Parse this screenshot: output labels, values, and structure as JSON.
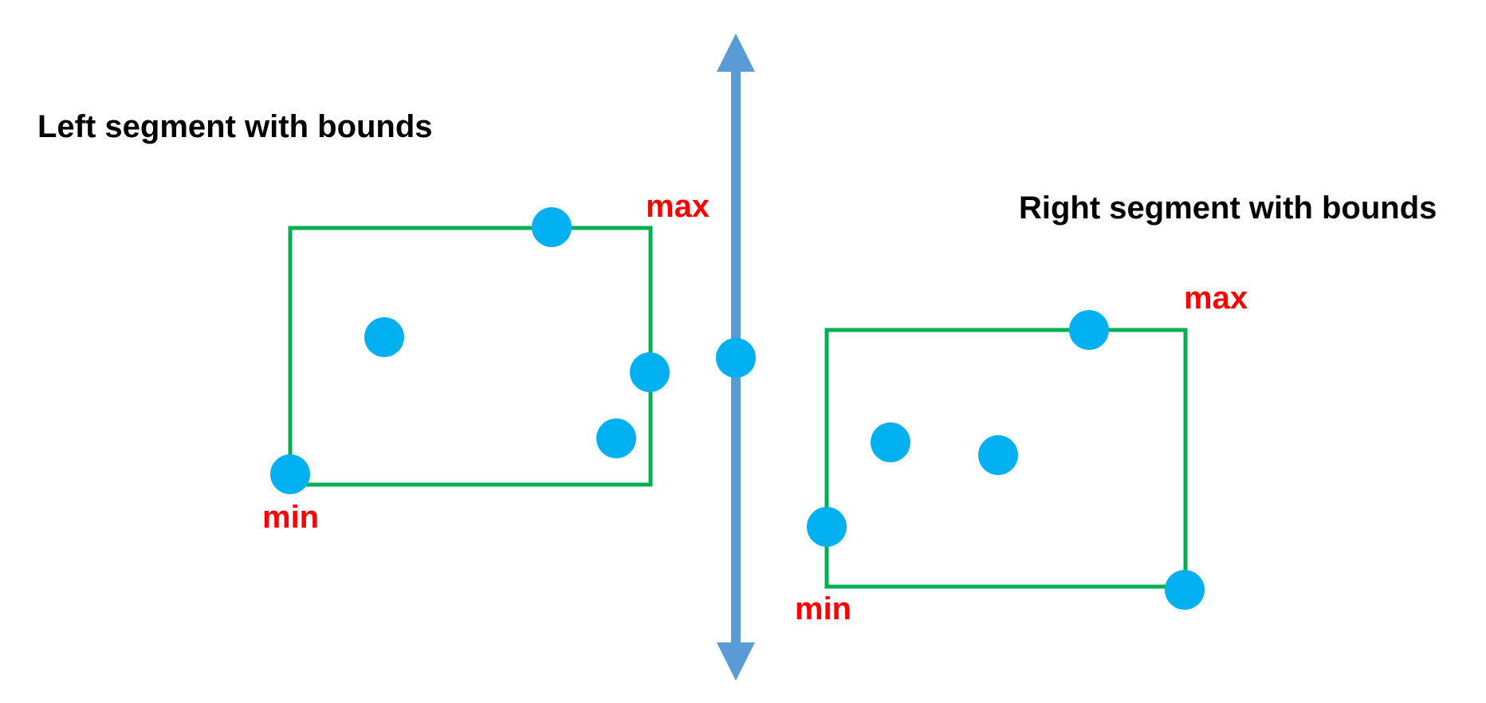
{
  "colors": {
    "point": "#00B0F0",
    "bbox": "#00B050",
    "axis": "#5B9BD5",
    "label": "#FF0000",
    "text": "#000000"
  },
  "left_segment": {
    "title": "Left segment with bounds",
    "min_label": "min",
    "max_label": "max"
  },
  "right_segment": {
    "title": "Right segment with bounds",
    "min_label": "min",
    "max_label": "max"
  }
}
